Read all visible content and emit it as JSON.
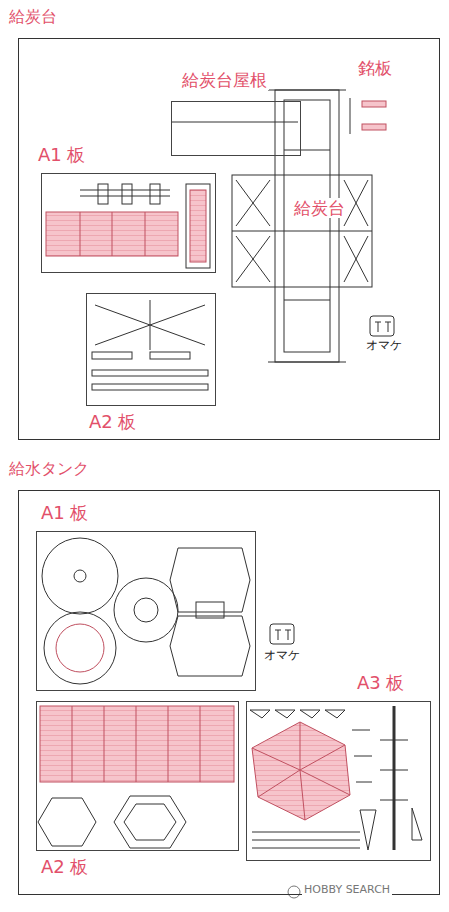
{
  "diagram": {
    "nodes": [
      {
        "text": [
          "給炭台"
        ]
      },
      {
        "text": [
          "A1 板"
        ],
        "in": 0
      },
      {
        "text": [
          "A2 板"
        ],
        "in": 0
      },
      {
        "text": [
          "給炭台屋根"
        ],
        "in": 0
      },
      {
        "text": [
          "給水タンク"
        ]
      },
      {
        "text": [
          "A1 板"
        ],
        "in": 4
      },
      {
        "text": [
          "A3 板"
        ],
        "in": 4
      },
      {
        "text": [
          "A2 板"
        ],
        "in": 4
      }
    ],
    "labels": [
      "銘板",
      "給炭台",
      "オマケ",
      "オマケ",
      "HOBBY SEARCH"
    ]
  }
}
